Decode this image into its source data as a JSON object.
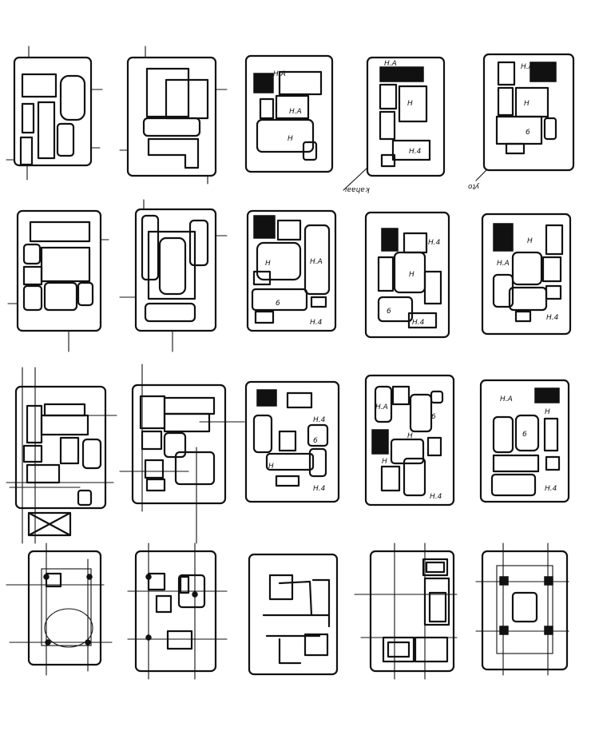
{
  "sheet": {
    "title": "",
    "colors": {
      "ink": "#111111",
      "paper": "#ffffff"
    }
  },
  "labels": {
    "ha": "H.A",
    "h": "H",
    "six": "6",
    "h4": "H.4",
    "note_a": "ıɐɐɥɐʞ",
    "note_b": "oʇʎ"
  }
}
